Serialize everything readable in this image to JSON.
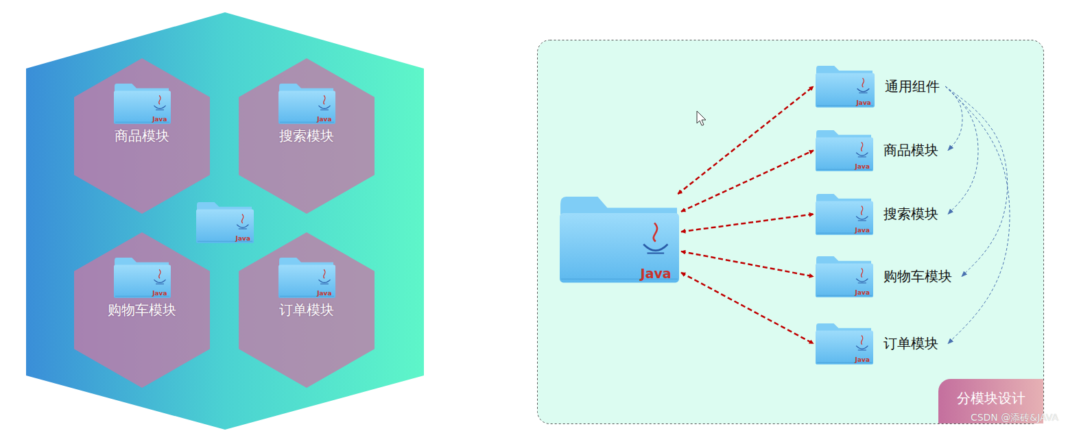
{
  "diagram": {
    "nodes": [
      {
        "text": [
          "Java",
          "商品模块"
        ]
      },
      {
        "text": [
          "Java",
          "搜索模块"
        ]
      },
      {
        "text": [
          "Java"
        ]
      },
      {
        "text": [
          "Java",
          "购物车模块"
        ]
      },
      {
        "text": [
          "Java",
          "订单模块"
        ]
      },
      {
        "text": [
          "Java"
        ]
      },
      {
        "text": [
          "Java",
          "通用组件"
        ]
      },
      {
        "text": [
          "Java",
          "商品模块"
        ]
      },
      {
        "text": [
          "Java",
          "搜索模块"
        ]
      },
      {
        "text": [
          "Java",
          "购物车模块"
        ]
      },
      {
        "text": [
          "Java",
          "订单模块"
        ]
      },
      {
        "text": [
          "分模块设计"
        ]
      }
    ],
    "edges": [
      {
        "from": 5,
        "to": 6,
        "arrow": "both"
      },
      {
        "from": 5,
        "to": 7,
        "arrow": "both"
      },
      {
        "from": 5,
        "to": 8,
        "arrow": "both"
      },
      {
        "from": 5,
        "to": 9,
        "arrow": "both"
      },
      {
        "from": 5,
        "to": 10,
        "arrow": "both"
      },
      {
        "from": 6,
        "to": 7,
        "arrow": "to"
      },
      {
        "from": 6,
        "to": 8,
        "arrow": "to"
      },
      {
        "from": 6,
        "to": 9,
        "arrow": "to"
      },
      {
        "from": 6,
        "to": 10,
        "arrow": "to"
      }
    ],
    "labels": [
      "CSDN @添砖&JAVA"
    ]
  }
}
